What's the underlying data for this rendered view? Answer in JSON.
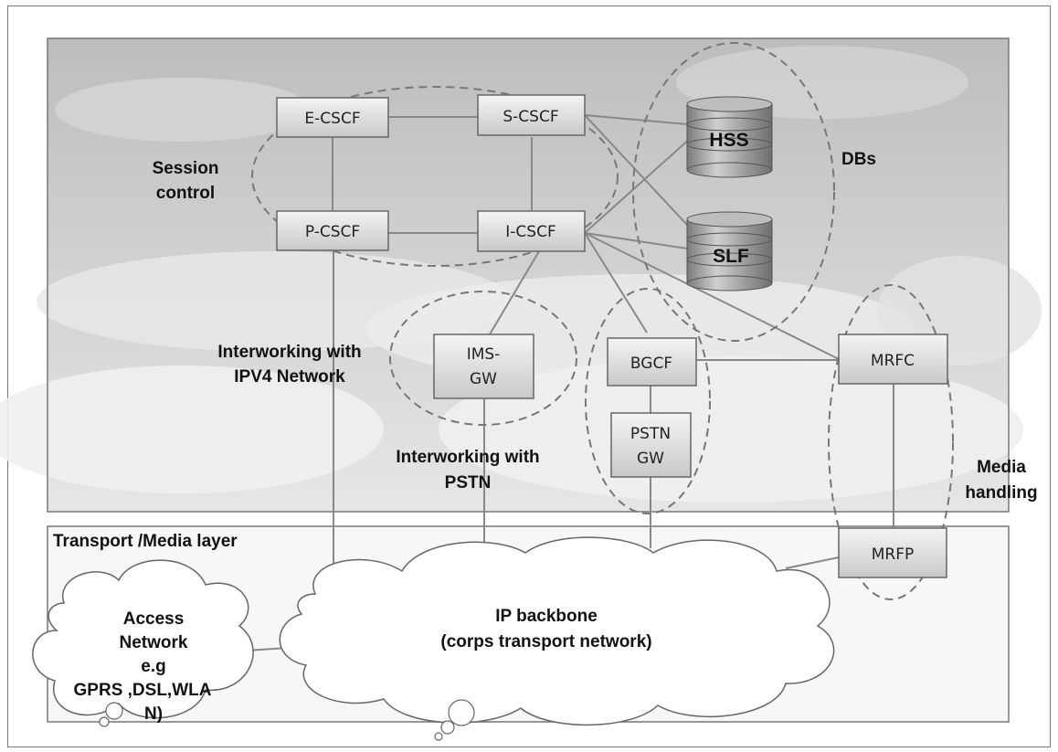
{
  "labels": {
    "session_control": [
      "Session",
      "control"
    ],
    "dbs": "DBs",
    "interworking_ipv4": [
      "Interworking with",
      "IPV4 Network"
    ],
    "interworking_pstn": [
      "Interworking with",
      "PSTN"
    ],
    "media_handling": [
      "Media",
      "handling"
    ],
    "transport_layer": "Transport /Media layer"
  },
  "nodes": {
    "e_cscf": "E-CSCF",
    "s_cscf": "S-CSCF",
    "p_cscf": "P-CSCF",
    "i_cscf": "I-CSCF",
    "ims_gw": [
      "IMS-",
      "GW"
    ],
    "bgcf": "BGCF",
    "pstn_gw": [
      "PSTN",
      "GW"
    ],
    "mrfc": "MRFC",
    "mrfp": "MRFP"
  },
  "databases": {
    "hss": "HSS",
    "slf": "SLF"
  },
  "clouds": {
    "access_network": [
      "Access",
      "Network",
      "e.g",
      "GPRS ,DSL,WLA",
      "N)"
    ],
    "ip_backbone": [
      "IP backbone",
      "(corps transport network)"
    ]
  }
}
